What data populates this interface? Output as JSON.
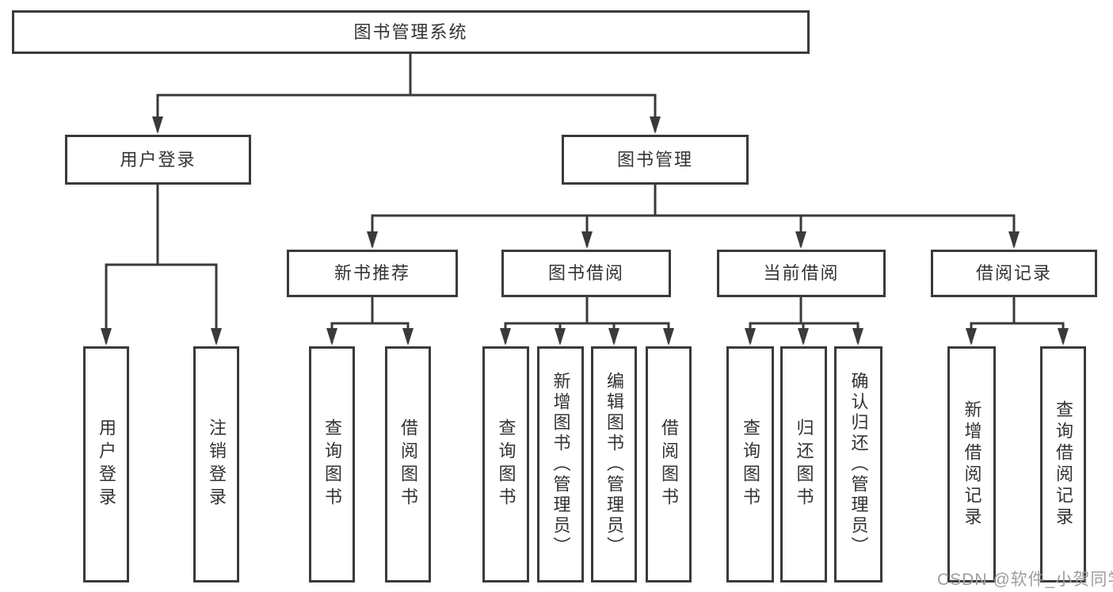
{
  "colors": {
    "line": "#3a3a3a",
    "text": "#333333",
    "box_fill": "#ffffff",
    "watermark": "#9e9e9e"
  },
  "diagram": {
    "root": "图书管理系统",
    "branches": [
      {
        "label": "用户登录",
        "children": [
          "用户登录",
          "注销登录"
        ]
      },
      {
        "label": "图书管理",
        "sections": [
          {
            "label": "新书推荐",
            "children": [
              "查询图书",
              "借阅图书"
            ]
          },
          {
            "label": "图书借阅",
            "children": [
              "查询图书",
              "新增图书（管理员）",
              "编辑图书（管理员）",
              "借阅图书"
            ]
          },
          {
            "label": "当前借阅",
            "children": [
              "查询图书",
              "归还图书",
              "确认归还（管理员）"
            ]
          },
          {
            "label": "借阅记录",
            "children": [
              "新增借阅记录",
              "查询借阅记录"
            ]
          }
        ]
      }
    ]
  },
  "watermark": "CSDN @软件_小贺同学"
}
